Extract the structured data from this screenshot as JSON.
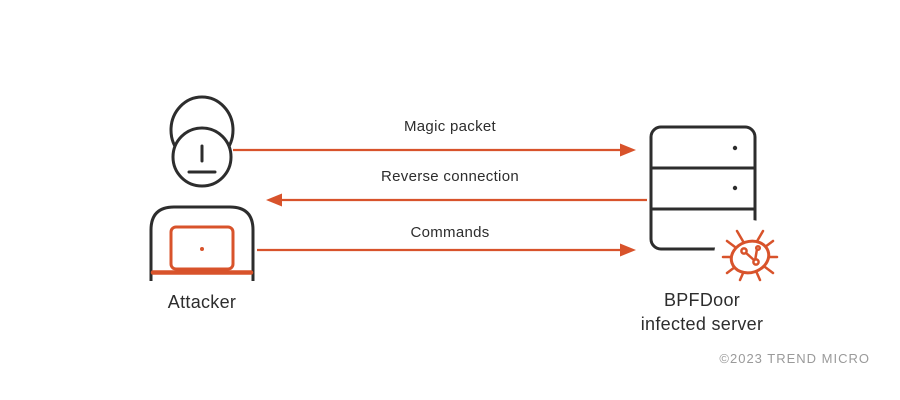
{
  "diagram": {
    "colors": {
      "dark": "#2d2d2d",
      "accent": "#d8532b",
      "muted": "#9a9a9a",
      "background": "#ffffff"
    },
    "arrows": [
      {
        "label": "Magic packet",
        "from": "attacker",
        "to": "server",
        "direction": "right"
      },
      {
        "label": "Reverse connection",
        "from": "server",
        "to": "attacker",
        "direction": "left"
      },
      {
        "label": "Commands",
        "from": "attacker",
        "to": "server",
        "direction": "right"
      }
    ],
    "nodes": {
      "attacker": {
        "label": "Attacker",
        "icon": "attacker-person-laptop-icon"
      },
      "server": {
        "label_line1": "BPFDoor",
        "label_line2": "infected server",
        "icon": "server-with-malware-bug-icon"
      }
    },
    "copyright": "©2023 TREND MICRO"
  }
}
